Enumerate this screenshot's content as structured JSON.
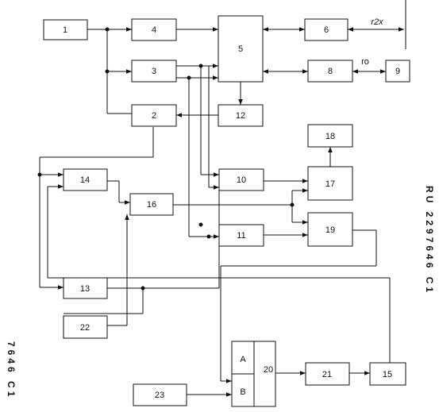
{
  "blocks": [
    {
      "id": "b1",
      "label": "1"
    },
    {
      "id": "b2",
      "label": "2"
    },
    {
      "id": "b3",
      "label": "3"
    },
    {
      "id": "b4",
      "label": "4"
    },
    {
      "id": "b5",
      "label": "5"
    },
    {
      "id": "b6",
      "label": "6"
    },
    {
      "id": "b8",
      "label": "8"
    },
    {
      "id": "b9",
      "label": "9"
    },
    {
      "id": "b10",
      "label": "10"
    },
    {
      "id": "b11",
      "label": "11"
    },
    {
      "id": "b12",
      "label": "12"
    },
    {
      "id": "b13",
      "label": "13"
    },
    {
      "id": "b14",
      "label": "14"
    },
    {
      "id": "b15",
      "label": "15"
    },
    {
      "id": "b16",
      "label": "16"
    },
    {
      "id": "b17",
      "label": "17"
    },
    {
      "id": "b18",
      "label": "18"
    },
    {
      "id": "b19",
      "label": "19"
    },
    {
      "id": "b20",
      "label": "20"
    },
    {
      "id": "b21",
      "label": "21"
    },
    {
      "id": "b22",
      "label": "22"
    },
    {
      "id": "b23",
      "label": "23"
    }
  ],
  "block20_inputs": {
    "a": "A",
    "b": "B"
  },
  "link_labels": {
    "ro": "ro",
    "rx": "r2x"
  },
  "side_right": "RU 2297646 C1",
  "side_left": "7646 C1"
}
